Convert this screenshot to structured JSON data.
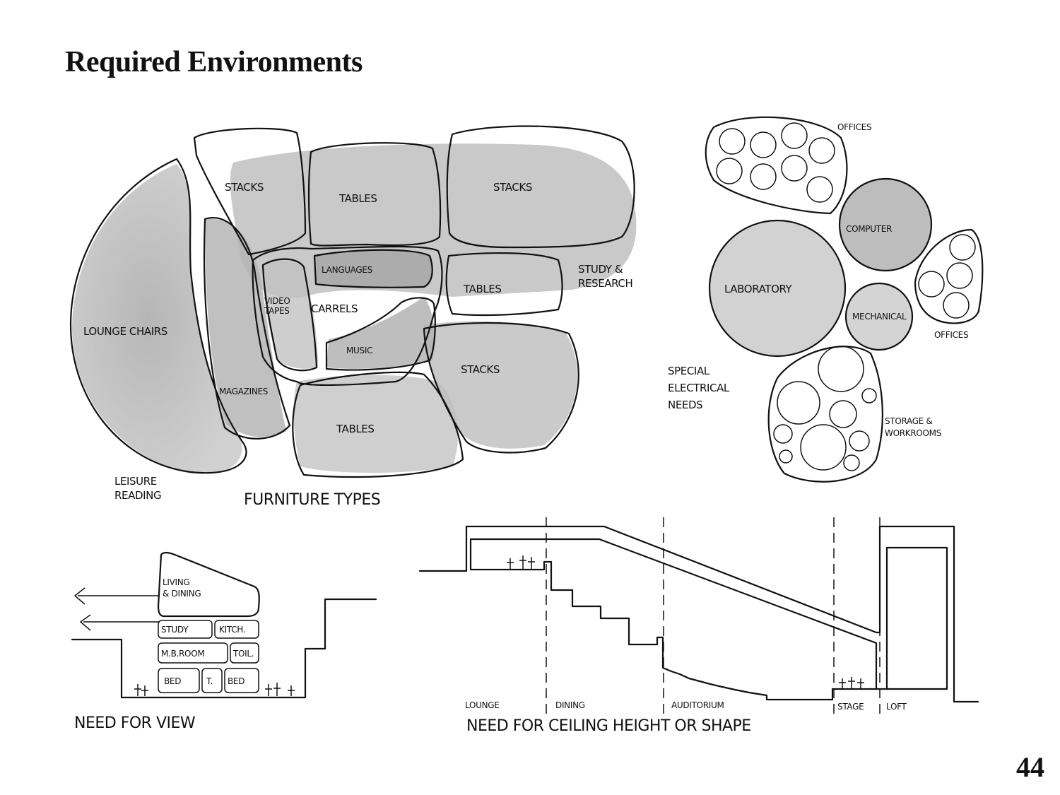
{
  "page": {
    "title": "Required Environments",
    "page_number": "44"
  },
  "bubble_diagram_left": {
    "lounge_chairs": "LOUNGE CHAIRS",
    "stacks_1": "STACKS",
    "tables_1": "TABLES",
    "stacks_2": "STACKS",
    "languages": "LANGUAGES",
    "video_tapes_1": "VIDEO",
    "video_tapes_2": "TAPES",
    "carrels": "CARRELS",
    "music": "MUSIC",
    "tables_2": "TABLES",
    "stacks_3": "STACKS",
    "magazines": "MAGAZINES",
    "tables_3": "TABLES",
    "study_research_1": "STUDY &",
    "study_research_2": "RESEARCH",
    "leisure_reading_1": "LEISURE",
    "leisure_reading_2": "READING",
    "furniture_types": "FURNITURE TYPES"
  },
  "bubble_diagram_right": {
    "offices_top": "OFFICES",
    "computer": "COMPUTER",
    "laboratory": "LABORATORY",
    "mechanical": "MECHANICAL",
    "offices_right": "OFFICES",
    "special_1": "SPECIAL",
    "special_2": "ELECTRICAL",
    "special_3": "NEEDS",
    "storage_1": "STORAGE &",
    "storage_2": "WORKROOMS"
  },
  "section_view": {
    "living_1": "LIVING",
    "living_2": "& DINING",
    "study": "STUDY",
    "kitch": "KITCH.",
    "mb_room": "M.B.ROOM",
    "toil": "TOIL.",
    "bed_1": "BED",
    "t": "T.",
    "bed_2": "BED",
    "caption": "NEED FOR VIEW"
  },
  "section_ceiling": {
    "lounge": "LOUNGE",
    "dining": "DINING",
    "auditorium": "AUDITORIUM",
    "stage": "STAGE",
    "loft": "LOFT",
    "caption": "NEED FOR CEILING HEIGHT OR SHAPE"
  }
}
